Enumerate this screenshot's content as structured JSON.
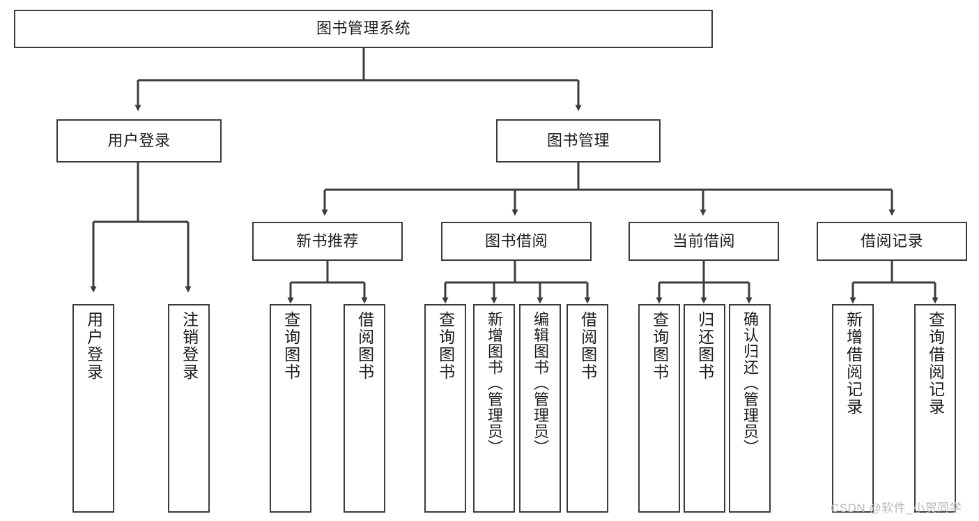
{
  "diagram": {
    "title": "图书管理系统",
    "type": "tree-hierarchy",
    "colors": {
      "background": "#ffffff",
      "node_border": "#3b3b3b",
      "node_fill": "#ffffff",
      "edge": "#3b3b3b",
      "text": "#1b1b1b",
      "watermark": "#b9b9b9"
    }
  },
  "root": {
    "label": "图书管理系统"
  },
  "tier2": {
    "user_login": "用户登录",
    "book_manage": "图书管理"
  },
  "tier3": {
    "new_book_recommend": "新书推荐",
    "book_borrow": "图书借阅",
    "current_borrow": "当前借阅",
    "borrow_record": "借阅记录"
  },
  "leaves": {
    "user_login": [
      {
        "label": "用户登录"
      },
      {
        "label": "注销登录"
      }
    ],
    "new_book_recommend": [
      {
        "label": "查询图书"
      },
      {
        "label": "借阅图书"
      }
    ],
    "book_borrow": [
      {
        "label": "查询图书"
      },
      {
        "label": "新增图书（管理员）"
      },
      {
        "label": "编辑图书（管理员）"
      },
      {
        "label": "借阅图书"
      }
    ],
    "current_borrow": [
      {
        "label": "查询图书"
      },
      {
        "label": "归还图书"
      },
      {
        "label": "确认归还（管理员）"
      }
    ],
    "borrow_record": [
      {
        "label": "新增借阅记录"
      },
      {
        "label": "查询借阅记录"
      }
    ]
  },
  "watermark": {
    "text": "CSDN @软件_小贺同学"
  }
}
